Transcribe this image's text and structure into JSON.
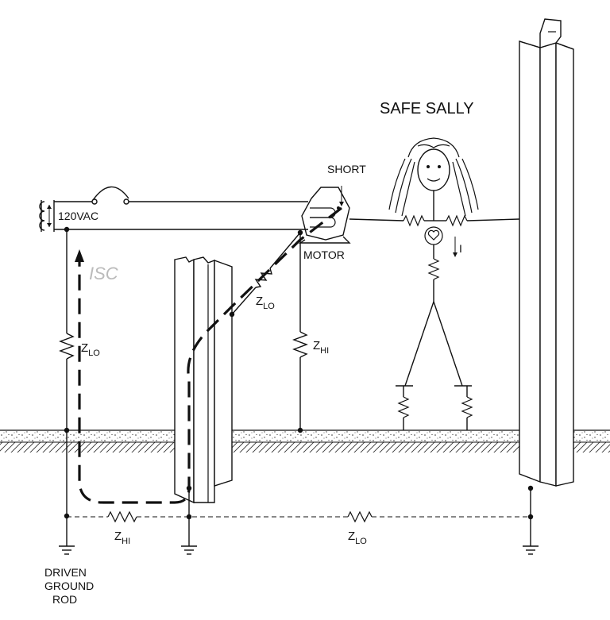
{
  "title": "SAFE SALLY",
  "source_label": "120VAC",
  "short_label": "SHORT",
  "motor_label": "MOTOR",
  "current_label": "I",
  "fault_current": {
    "main": "I",
    "sub": "SC"
  },
  "impedances": {
    "ground_wire": {
      "main": "Z",
      "sub": "LO"
    },
    "motor_to_column": {
      "main": "Z",
      "sub": "LO"
    },
    "motor_ground": {
      "main": "Z",
      "sub": "HI"
    },
    "earth_left": {
      "main": "Z",
      "sub": "HI"
    },
    "earth_right": {
      "main": "Z",
      "sub": "LO"
    }
  },
  "ground_rod_label": [
    "DRIVEN",
    "GROUND",
    "ROD"
  ]
}
